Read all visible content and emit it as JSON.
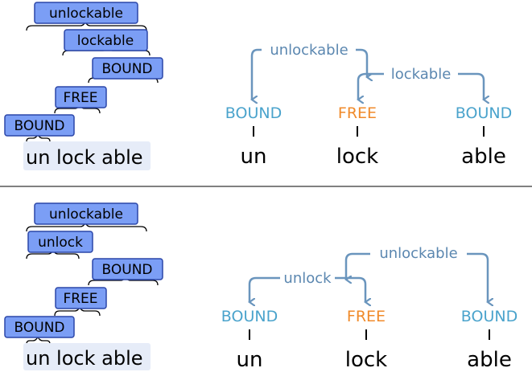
{
  "colors": {
    "box_fill": "#7b9ef5",
    "box_stroke": "#2b46a8",
    "phrase_bg": "#e6ecf8",
    "bound_color": "#4aa3cc",
    "free_color": "#f08a2a",
    "arrow_color": "#6a95bd"
  },
  "top": {
    "phrase": "un lock able",
    "tree_labels": [
      "unlockable",
      "lockable",
      "BOUND",
      "FREE",
      "BOUND"
    ],
    "tags": [
      "BOUND",
      "FREE",
      "BOUND"
    ],
    "words": [
      "un",
      "lock",
      "able"
    ],
    "arrow_labels": [
      "unlockable",
      "lockable"
    ]
  },
  "bottom": {
    "phrase": "un lock able",
    "tree_labels": [
      "unlockable",
      "unlock",
      "BOUND",
      "FREE",
      "BOUND"
    ],
    "tags": [
      "BOUND",
      "FREE",
      "BOUND"
    ],
    "words": [
      "un",
      "lock",
      "able"
    ],
    "arrow_labels": [
      "unlockable",
      "unlock"
    ]
  }
}
